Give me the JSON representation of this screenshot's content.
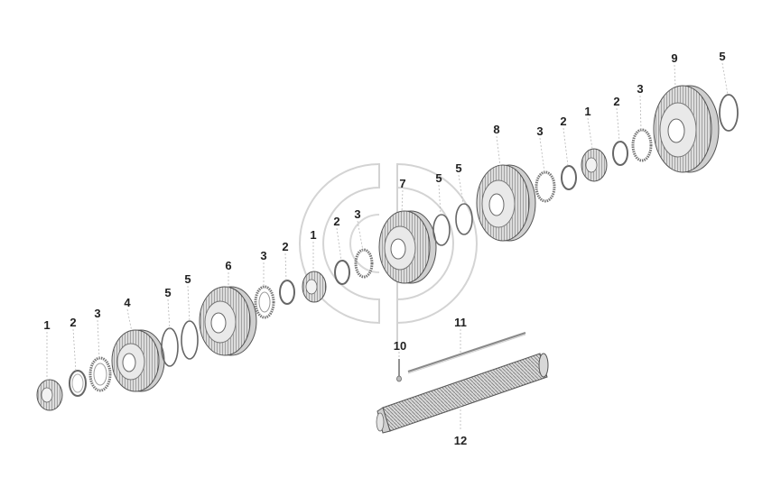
{
  "diagram": {
    "callouts": [
      {
        "id": "c1a",
        "label": "1"
      },
      {
        "id": "c2a",
        "label": "2"
      },
      {
        "id": "c3a",
        "label": "3"
      },
      {
        "id": "c4",
        "label": "4"
      },
      {
        "id": "c5a",
        "label": "5"
      },
      {
        "id": "c5b",
        "label": "5"
      },
      {
        "id": "c6",
        "label": "6"
      },
      {
        "id": "c3b",
        "label": "3"
      },
      {
        "id": "c2b",
        "label": "2"
      },
      {
        "id": "c1b",
        "label": "1"
      },
      {
        "id": "c2c",
        "label": "2"
      },
      {
        "id": "c3c",
        "label": "3"
      },
      {
        "id": "c7",
        "label": "7"
      },
      {
        "id": "c5c",
        "label": "5"
      },
      {
        "id": "c5d",
        "label": "5"
      },
      {
        "id": "c8",
        "label": "8"
      },
      {
        "id": "c3d",
        "label": "3"
      },
      {
        "id": "c2d",
        "label": "2"
      },
      {
        "id": "c1c",
        "label": "1"
      },
      {
        "id": "c2e",
        "label": "2"
      },
      {
        "id": "c3e",
        "label": "3"
      },
      {
        "id": "c9",
        "label": "9"
      },
      {
        "id": "c5e",
        "label": "5"
      },
      {
        "id": "c10",
        "label": "10"
      },
      {
        "id": "c11",
        "label": "11"
      },
      {
        "id": "c12",
        "label": "12"
      }
    ]
  }
}
